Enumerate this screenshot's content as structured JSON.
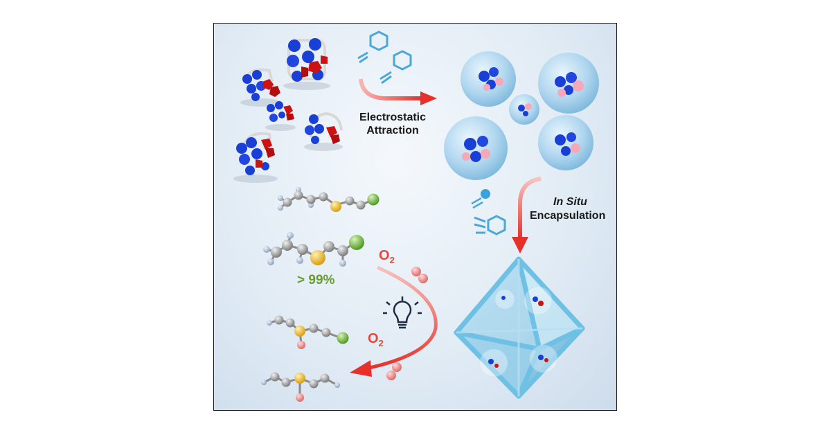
{
  "labels": {
    "electrostatic_line1": "Electrostatic",
    "electrostatic_line2": "Attraction",
    "in_situ": "In Situ",
    "encapsulation": "Encapsulation",
    "o2_top_main": "O",
    "o2_top_sub": "2",
    "o2_bottom_main": "O",
    "o2_bottom_sub": "2",
    "selectivity": "> 99%"
  },
  "colors": {
    "cation_blue": "#1a3fd6",
    "anion_red": "#cc1212",
    "capsule": "#8fc4e6",
    "arrow_red": "#e8302a",
    "oxygen": "#f08a8a",
    "sulfur": "#f2c230",
    "chlorine": "#7cc242",
    "carbon": "#9a9a9a",
    "hydrogen": "#b4c6dc",
    "selectivity_green": "#6a9b2e"
  },
  "icons": [
    "pyridinium-cage-icon",
    "nanocapsule-icon",
    "octahedral-mof-icon",
    "light-bulb-icon",
    "oxygen-molecule-icon",
    "benzene-ring-icon"
  ]
}
